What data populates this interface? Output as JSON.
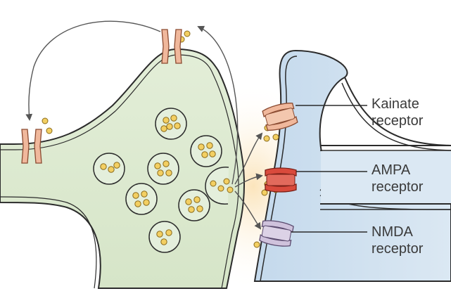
{
  "labels": {
    "kainate": {
      "line1": "Kainate",
      "line2": "receptor"
    },
    "ampa": {
      "line1": "AMPA",
      "line2": "receptor"
    },
    "nmda": {
      "line1": "NMDA",
      "line2": "receptor"
    }
  },
  "colors": {
    "presynaptic_fill": "#dce9cf",
    "postsynaptic_fill": "#cfe1ef",
    "membrane": "#2b2b2b",
    "vesicle_fill": "#e4efdc",
    "neurotransmitter": "#f3cf62",
    "kainate_receptor": "#f0b89c",
    "ampa_receptor": "#d94a3c",
    "nmda_receptor": "#cfc2dc",
    "glow": "#fbe3b8",
    "arrow": "#555555"
  },
  "icons": {
    "receptor": "ion-channel-receptor",
    "vesicle": "synaptic-vesicle",
    "molecule": "neurotransmitter-dot"
  }
}
